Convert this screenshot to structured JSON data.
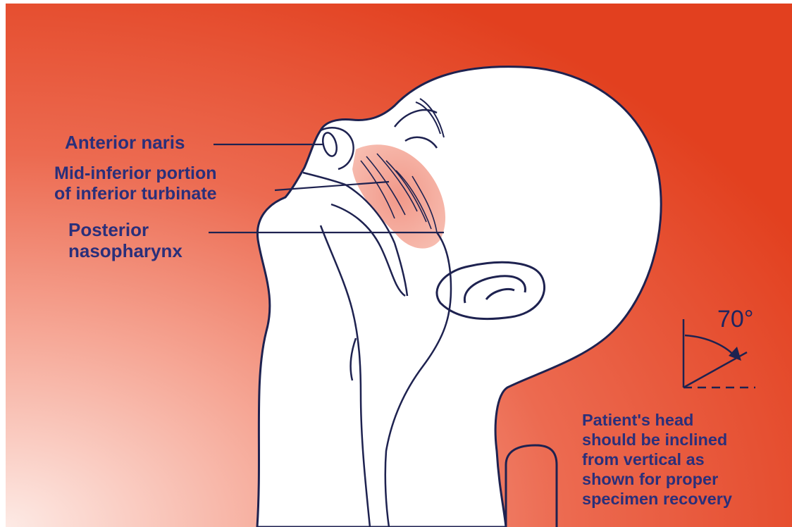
{
  "labels": {
    "anterior_naris": "Anterior naris",
    "turbinate": [
      "Mid-inferior portion",
      "of inferior turbinate"
    ],
    "nasopharynx": [
      "Posterior",
      "nasopharynx"
    ]
  },
  "angle": {
    "text": "70°"
  },
  "note": [
    "Patient's head",
    "should be inclined",
    "from vertical as",
    "shown for proper",
    "specimen recovery"
  ],
  "colors": {
    "background_red": "#e5452a",
    "background_light": "#fde9e4",
    "ink": "#2a2f7a",
    "highlight": "#f29a8a"
  }
}
